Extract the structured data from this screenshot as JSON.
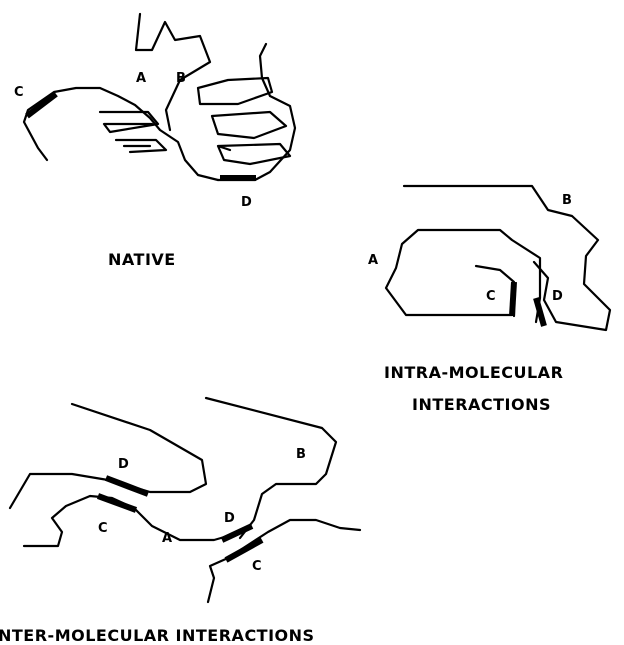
{
  "native": {
    "caption": "NATIVE",
    "labels": {
      "a": "A",
      "b": "B",
      "c": "C",
      "d": "D"
    }
  },
  "intra": {
    "caption_line1": "INTRA-MOLECULAR",
    "caption_line2": "INTERACTIONS",
    "labels": {
      "a": "A",
      "b": "B",
      "c": "C",
      "d": "D"
    }
  },
  "inter": {
    "caption": "NTER-MOLECULAR INTERACTIONS",
    "labels": {
      "d1": "D",
      "c1": "C",
      "a": "A",
      "d2": "D",
      "b": "B",
      "c2": "C"
    }
  }
}
